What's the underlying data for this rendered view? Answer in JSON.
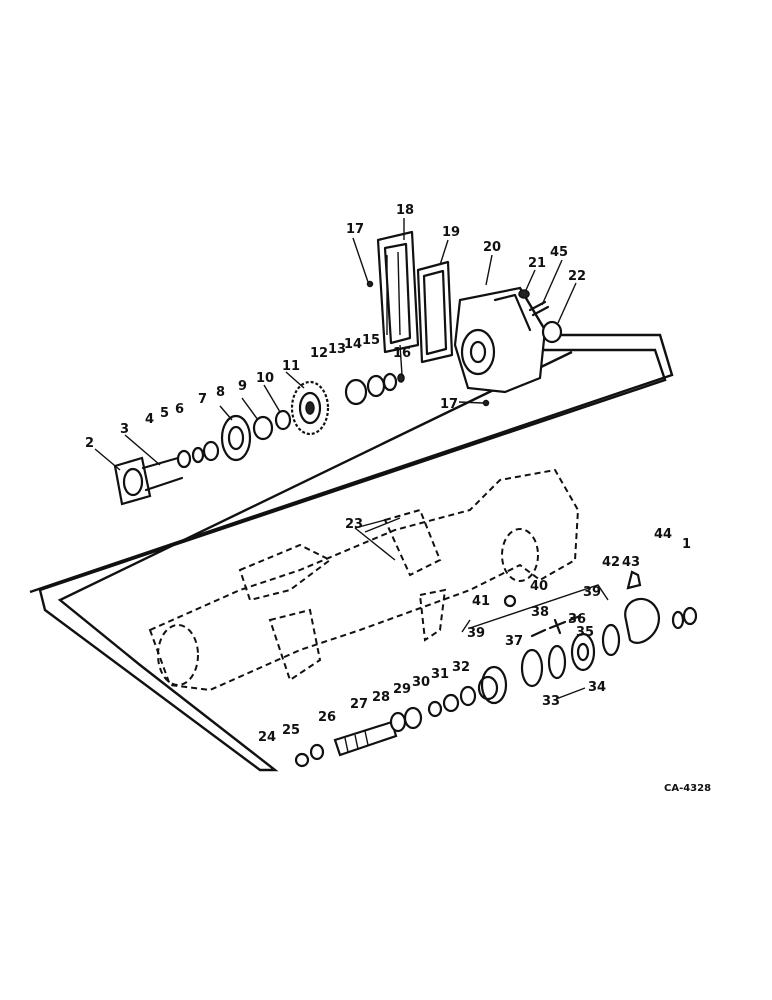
{
  "diagram": {
    "code": "CA-4328",
    "callouts": [
      "1",
      "2",
      "3",
      "4",
      "5",
      "6",
      "7",
      "8",
      "9",
      "10",
      "11",
      "12",
      "13",
      "14",
      "15",
      "16",
      "17",
      "18",
      "19",
      "20",
      "21",
      "22",
      "23",
      "24",
      "25",
      "26",
      "27",
      "28",
      "29",
      "30",
      "31",
      "32",
      "33",
      "34",
      "35",
      "36",
      "37",
      "38",
      "39",
      "40",
      "41",
      "42",
      "43",
      "44",
      "45"
    ]
  }
}
